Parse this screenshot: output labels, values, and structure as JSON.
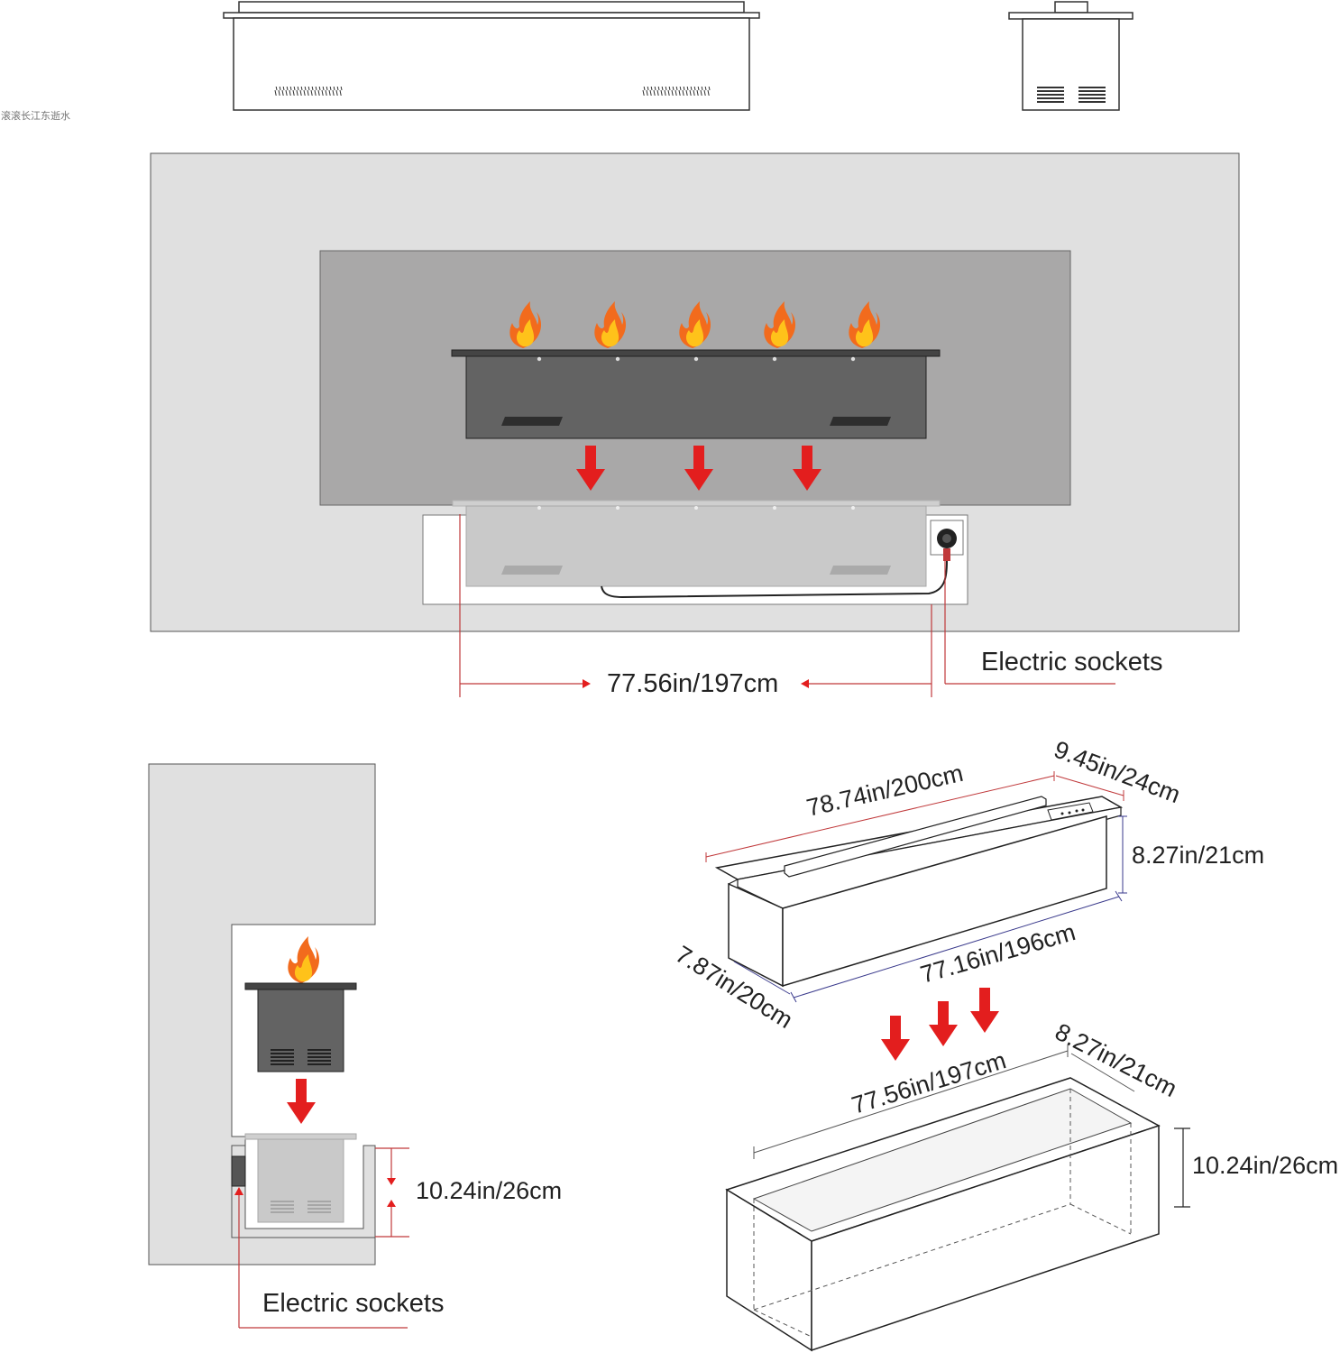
{
  "watermark": "滚滚长江东逝水",
  "front_view": {
    "width_label": "77.56in/197cm",
    "socket_label": "Electric sockets",
    "flame_count": 5,
    "arrow_count": 3
  },
  "side_view": {
    "height_label": "10.24in/26cm",
    "socket_label": "Electric sockets"
  },
  "unit_iso": {
    "length_label": "78.74in/200cm",
    "depth_label": "9.45in/24cm",
    "height_label": "8.27in/21cm",
    "inner_length_label": "77.16in/196cm",
    "inner_depth_label": "7.87in/20cm"
  },
  "box_iso": {
    "length_label": "77.56in/197cm",
    "depth_label": "8.27in/21cm",
    "height_label": "10.24in/26cm"
  },
  "colors": {
    "wall": "#e0e0e0",
    "recess": "#a9a8a8",
    "unit_dark": "#636363",
    "arrow_red": "#e31e1e",
    "dim_line": "#c0393b",
    "dim_blue": "#3a3a8c",
    "flame_orange": "#f26b1d",
    "flame_yellow": "#ffc21a"
  }
}
